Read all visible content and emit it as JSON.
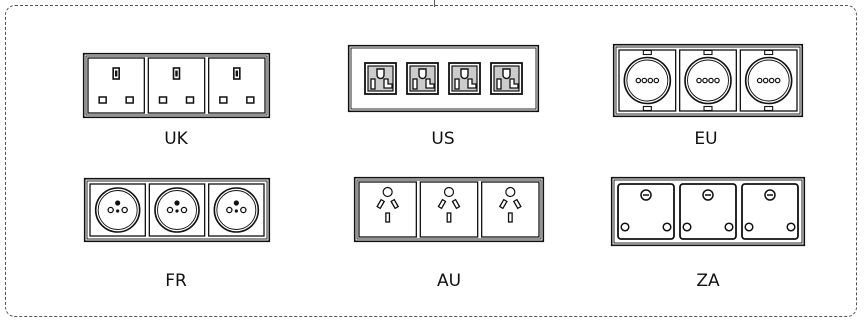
{
  "colors": {
    "stroke": "#111111",
    "frame": "#555555",
    "fill_dark": "#cccccc"
  },
  "panels": [
    {
      "label": "UK",
      "type": "uk-socket-icon",
      "count": 3
    },
    {
      "label": "US",
      "type": "us-socket-icon",
      "count": 4
    },
    {
      "label": "EU",
      "type": "eu-socket-icon",
      "count": 3
    },
    {
      "label": "FR",
      "type": "fr-socket-icon",
      "count": 3
    },
    {
      "label": "AU",
      "type": "au-socket-icon",
      "count": 3
    },
    {
      "label": "ZA",
      "type": "za-socket-icon",
      "count": 3
    }
  ]
}
